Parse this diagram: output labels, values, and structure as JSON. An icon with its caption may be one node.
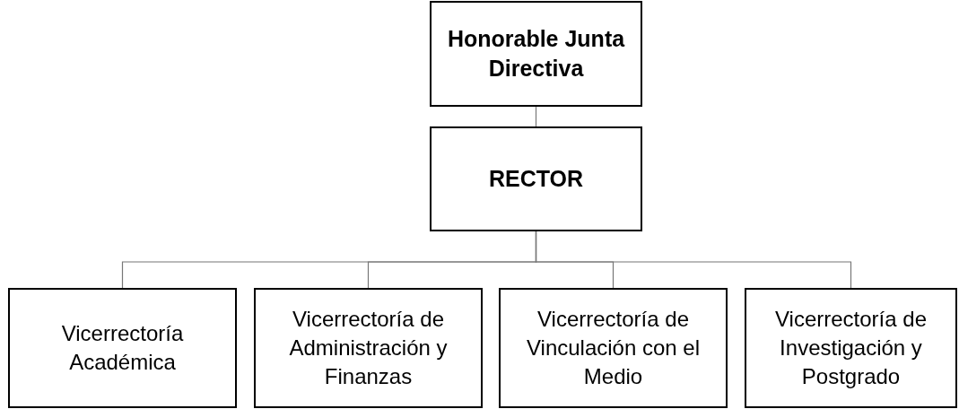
{
  "diagram": {
    "nodes": [
      {
        "text": [
          "Honorable Junta Directiva"
        ]
      },
      {
        "text": [
          "RECTOR"
        ]
      },
      {
        "text": [
          "Vicerrectoría Académica"
        ]
      },
      {
        "text": [
          "Vicerrectoría de Administración y Finanzas"
        ]
      },
      {
        "text": [
          "Vicerrectoría de Vinculación con el Medio"
        ]
      },
      {
        "text": [
          "Vicerrectoría de Investigación y Postgrado"
        ]
      }
    ],
    "edges": [
      {
        "from": 0,
        "to": 1,
        "arrow": "none"
      },
      {
        "from": 1,
        "to": 2,
        "arrow": "none"
      },
      {
        "from": 1,
        "to": 3,
        "arrow": "none"
      },
      {
        "from": 1,
        "to": 4,
        "arrow": "none"
      },
      {
        "from": 1,
        "to": 5,
        "arrow": "none"
      }
    ]
  }
}
